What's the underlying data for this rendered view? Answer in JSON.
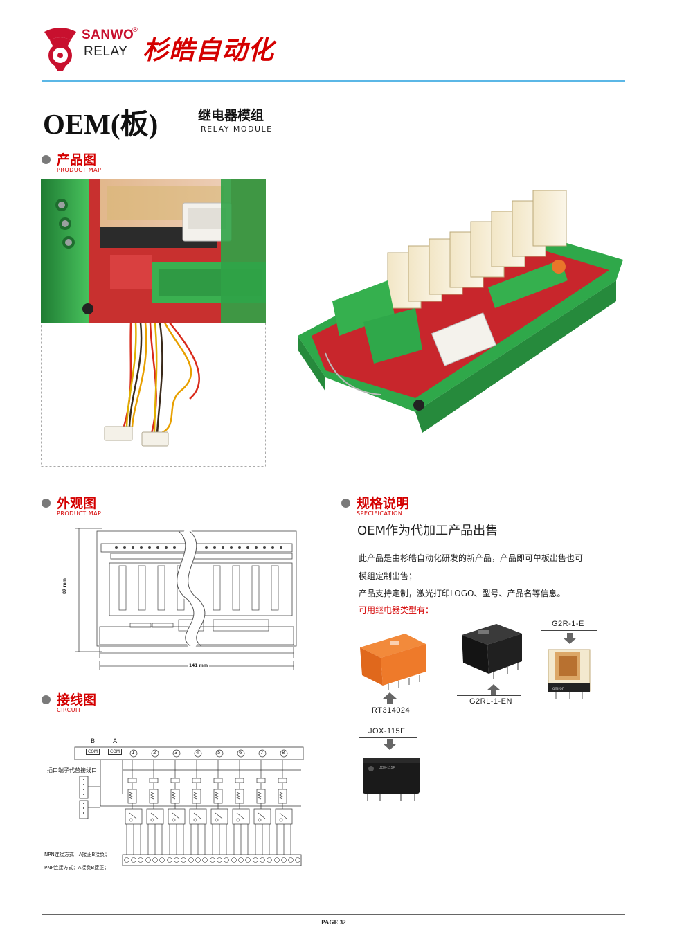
{
  "header": {
    "brand": "SANWO",
    "registered": "®",
    "brand_sub": "RELAY",
    "company_cn": "杉皓自动化"
  },
  "title": {
    "main": "OEM(板)",
    "cn": "继电器模组",
    "en": "RELAY MODULE"
  },
  "sections": {
    "product_map": {
      "cn": "产品图",
      "en": "PRODUCT MAP"
    },
    "appearance": {
      "cn": "外观图",
      "en": "PRODUCT MAP"
    },
    "spec": {
      "cn": "规格说明",
      "en": "SPECIFICATION"
    },
    "circuit": {
      "cn": "接线图",
      "en": "CIRCUIT"
    }
  },
  "dimensions": {
    "height": "87 mm",
    "width": "141 mm"
  },
  "spec": {
    "heading": "OEM作为代加工产品出售",
    "line1": "此产品是由杉皓自动化研发的新产品，产品即可单板出售也可",
    "line2": "模组定制出售；",
    "line3": "产品支持定制，激光打印LOGO、型号、产品名等信息。",
    "available": "可用继电器类型有："
  },
  "relays": {
    "r1": "RT314024",
    "r2": "G2RL-1-EN",
    "r3": "G2R-1-E",
    "r4": "JOX-115F"
  },
  "circuit": {
    "label_b": "B",
    "label_a": "A",
    "com1": "COM",
    "com2": "COM",
    "plug_label": "插口端子代替接线口",
    "npn": "NPN连接方式：A接正B接负；",
    "pnp": "PNP连接方式：A接负B接正；",
    "channels": [
      "1",
      "2",
      "3",
      "4",
      "5",
      "6",
      "7",
      "8"
    ]
  },
  "footer": {
    "page": "PAGE 32"
  },
  "colors": {
    "accent_red": "#d40000",
    "line_blue": "#5bb7e6",
    "pcb_red": "#c8262c",
    "terminal_green": "#2fa84a"
  }
}
